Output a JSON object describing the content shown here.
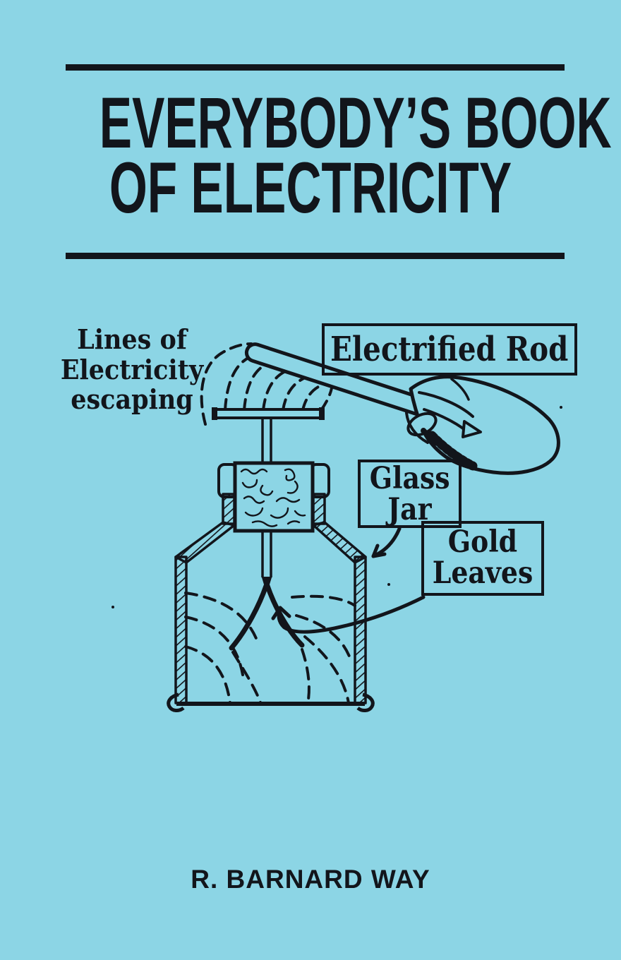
{
  "cover": {
    "title_line1": "EVERYBODY’S BOOK",
    "title_line2": "OF ELECTRICITY",
    "author": "R. BARNARD WAY",
    "colors": {
      "background": "#8cd5e5",
      "ink": "#12151b"
    }
  },
  "diagram": {
    "description": "gold-leaf-electroscope-experiment-drawing",
    "labels": {
      "lines_escaping": {
        "line1": "Lines of",
        "line2": "Electricity",
        "line3": "escaping"
      },
      "electrified_rod": "Electrified Rod",
      "glass_jar": {
        "line1": "Glass",
        "line2": "Jar"
      },
      "gold_leaves": {
        "line1": "Gold",
        "line2": "Leaves"
      }
    }
  }
}
